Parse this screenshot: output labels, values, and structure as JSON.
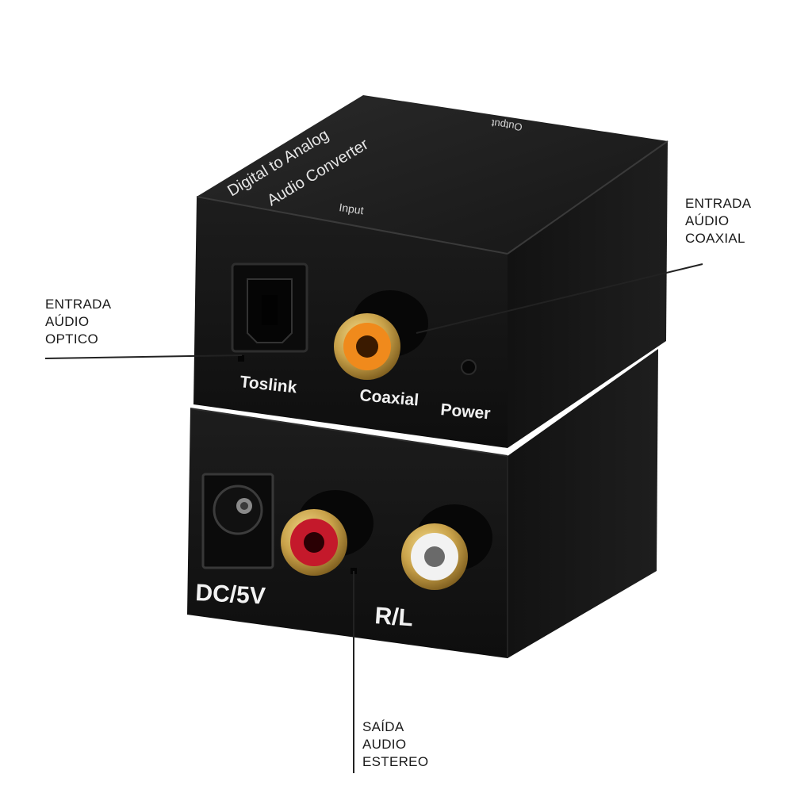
{
  "device": {
    "top_print_line1": "Digital to Analog",
    "top_print_line2": "Audio Converter",
    "top_print_output": "Output",
    "input_print": "Input",
    "port_toslink": "Toslink",
    "port_coaxial": "Coaxial",
    "port_power": "Power",
    "port_dc": "DC/5V",
    "port_rl": "R/L"
  },
  "callouts": {
    "coaxial_input": [
      "ENTRADA",
      "AÚDIO",
      "COAXIAL"
    ],
    "optical_input": [
      "ENTRADA",
      "AÚDIO",
      "OPTICO"
    ],
    "stereo_output": [
      "SAÍDA",
      "AUDIO",
      "ESTEREO"
    ]
  },
  "colors": {
    "body": "#151515",
    "gold": "#c9a24a",
    "rca_red": "#c4192b",
    "rca_white": "#f2f2f2",
    "rca_orange": "#f08a1c"
  }
}
